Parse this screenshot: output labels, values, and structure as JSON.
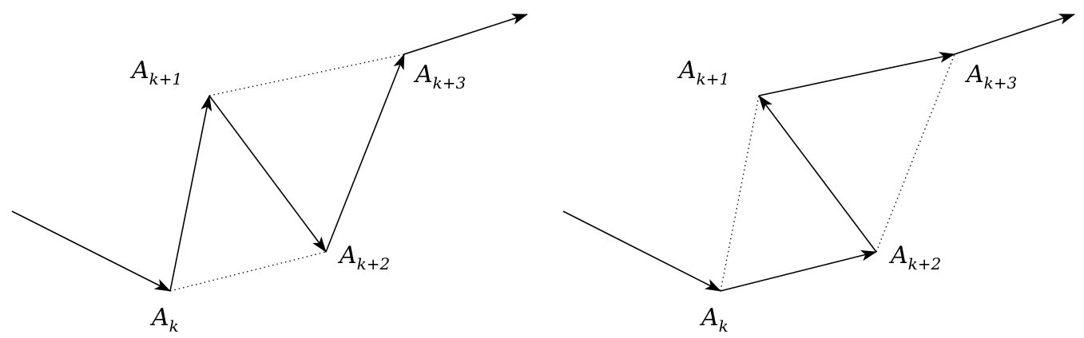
{
  "left_diagram": {
    "labels": {
      "a_k": {
        "base": "A",
        "sub": "k"
      },
      "a_k1": {
        "base": "A",
        "sub": "k+1"
      },
      "a_k2": {
        "base": "A",
        "sub": "k+2"
      },
      "a_k3": {
        "base": "A",
        "sub": "k+3"
      }
    }
  },
  "right_diagram": {
    "labels": {
      "a_k": {
        "base": "A",
        "sub": "k"
      },
      "a_k1": {
        "base": "A",
        "sub": "k+1"
      },
      "a_k2": {
        "base": "A",
        "sub": "k+2"
      },
      "a_k3": {
        "base": "A",
        "sub": "k+3"
      }
    }
  }
}
